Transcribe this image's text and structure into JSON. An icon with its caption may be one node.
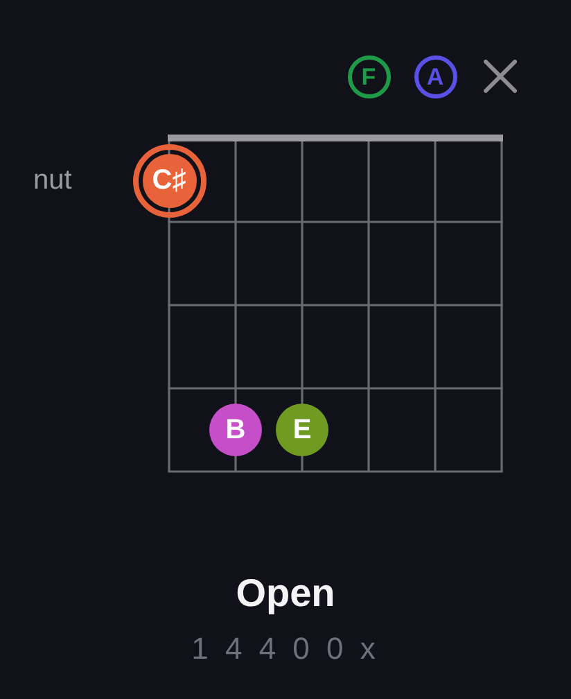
{
  "diagram": {
    "title": "Open",
    "caption": "1 4 4 0 0 x",
    "nodes": [
      {
        "text": [
          "F"
        ]
      },
      {
        "text": [
          "A"
        ]
      },
      {
        "text": [
          "C♯"
        ]
      },
      {
        "text": [
          "B"
        ]
      },
      {
        "text": [
          "E"
        ]
      }
    ],
    "labels": [
      "nut"
    ]
  }
}
